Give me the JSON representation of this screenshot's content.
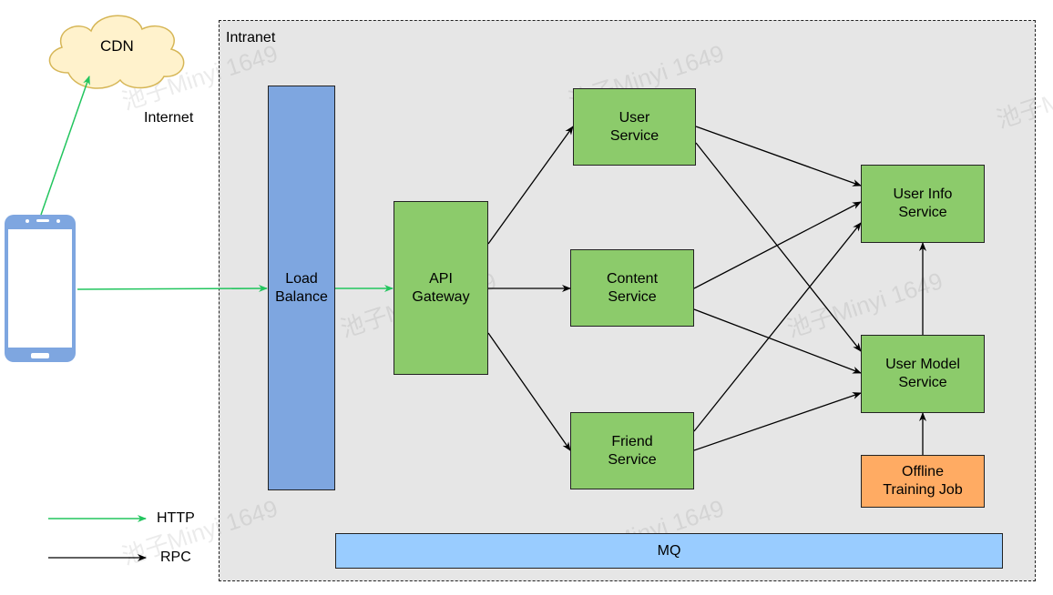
{
  "cloud": {
    "label": "CDN"
  },
  "internet_label": "Internet",
  "intranet_label": "Intranet",
  "boxes": {
    "load_balance": "Load\nBalance",
    "api_gateway": "API\nGateway",
    "user_service": "User\nService",
    "content_service": "Content\nService",
    "friend_service": "Friend\nService",
    "user_info_service": "User Info\nService",
    "user_model_service": "User Model\nService",
    "offline_training_job": "Offline\nTraining Job",
    "mq": "MQ"
  },
  "legend": {
    "http": "HTTP",
    "rpc": "RPC"
  },
  "colors": {
    "http": "#22c55e",
    "rpc": "#000000"
  },
  "watermark": "池子Minyi 1649"
}
